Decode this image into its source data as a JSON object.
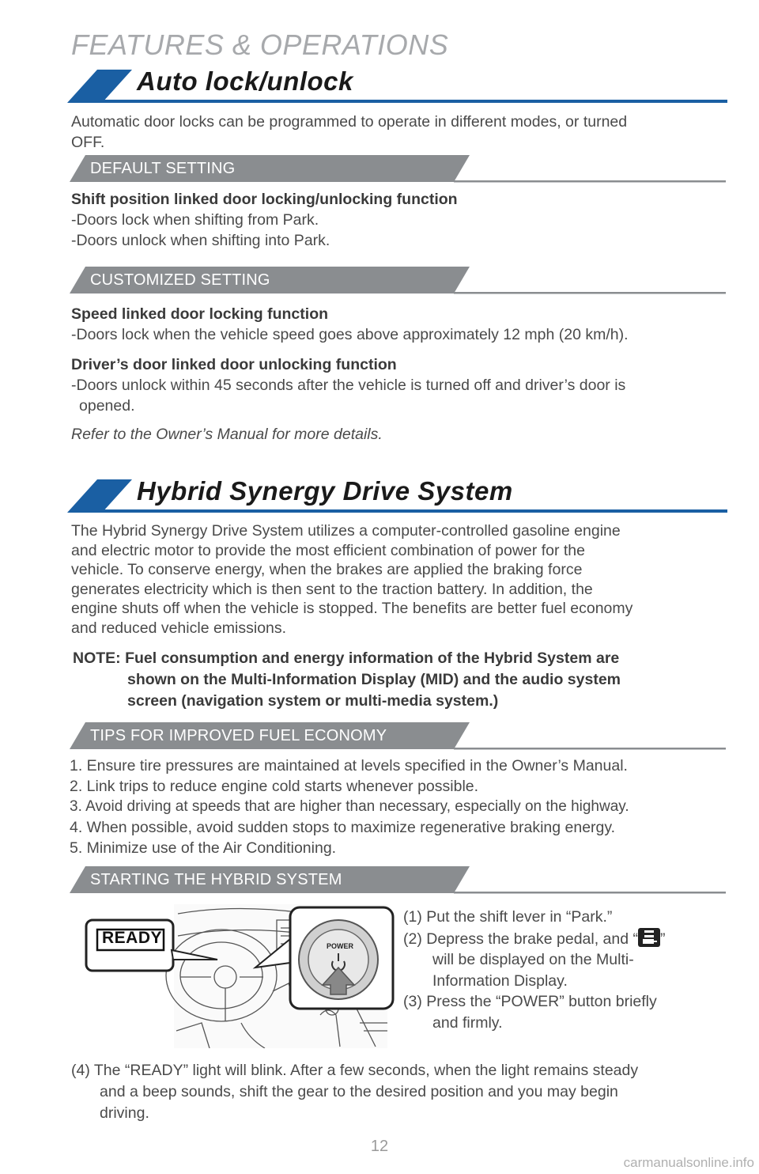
{
  "page_title": "FEATURES & OPERATIONS",
  "colors": {
    "accent_blue": "#1a5fa3",
    "gray_bar": "#8a8d90",
    "title_gray": "#a7a9ac"
  },
  "auto_lock": {
    "heading": "Auto lock/unlock",
    "intro_1": "Automatic door locks can be programmed to operate in different modes, or turned",
    "intro_2": "OFF.",
    "default_label": "DEFAULT SETTING",
    "default_title": "Shift position linked door locking/unlocking function",
    "default_line_1": "-Doors lock when shifting from Park.",
    "default_line_2": "-Doors unlock when shifting into Park.",
    "custom_label": "CUSTOMIZED SETTING",
    "speed_title": "Speed linked door locking function",
    "speed_line": "-Doors lock when the vehicle speed goes above approximately 12 mph (20 km/h).",
    "driver_title": "Driver’s door linked door unlocking function",
    "driver_line_1": "-Doors unlock within 45 seconds after the vehicle is turned off and driver’s door is",
    "driver_line_2": "opened.",
    "refer": "Refer to the Owner’s Manual for more details."
  },
  "hybrid": {
    "heading": "Hybrid Synergy Drive System",
    "para_lines": [
      "The Hybrid Synergy Drive System utilizes a computer-controlled gasoline engine",
      "and electric motor to provide the most efficient combination of power for the",
      "vehicle. To conserve energy, when the brakes are applied the braking force",
      "generates electricity which is then sent to the traction battery. In addition, the",
      "engine shuts off when the vehicle is stopped. The benefits are better fuel economy",
      "and reduced vehicle emissions."
    ],
    "note_line_1": "NOTE: Fuel consumption and energy information of the Hybrid System are",
    "note_line_2": "shown on the Multi-Information Display (MID) and the audio system",
    "note_line_3": "screen (navigation system or multi-media system.)",
    "tips_label": "TIPS FOR IMPROVED FUEL ECONOMY",
    "tips": [
      "1. Ensure tire pressures are maintained at levels specified in the Owner’s Manual.",
      "2. Link trips to reduce engine cold starts whenever possible.",
      "3. Avoid driving at speeds that are higher than necessary, especially on the highway.",
      "4. When possible, avoid sudden stops to maximize regenerative braking energy.",
      "5. Minimize use of the Air Conditioning."
    ],
    "start_label": "STARTING THE HYBRID SYSTEM",
    "ready_badge": "READY",
    "power_label": "POWER",
    "step_1": "(1) Put the shift lever in “Park.”",
    "step_2a": "(2) Depress the brake pedal, and “",
    "step_2b": "”",
    "step_2c": "will be displayed on the Multi-",
    "step_2d": "Information Display.",
    "step_3a": "(3) Press the “POWER” button briefly",
    "step_3b": "and firmly.",
    "step_4a": "(4) The “READY” light will blink. After a few seconds, when the light remains steady",
    "step_4b": "and a beep sounds, shift the gear to the desired position and you may begin",
    "step_4c": "driving."
  },
  "page_number": "12",
  "watermark": "carmanualsonline.info"
}
